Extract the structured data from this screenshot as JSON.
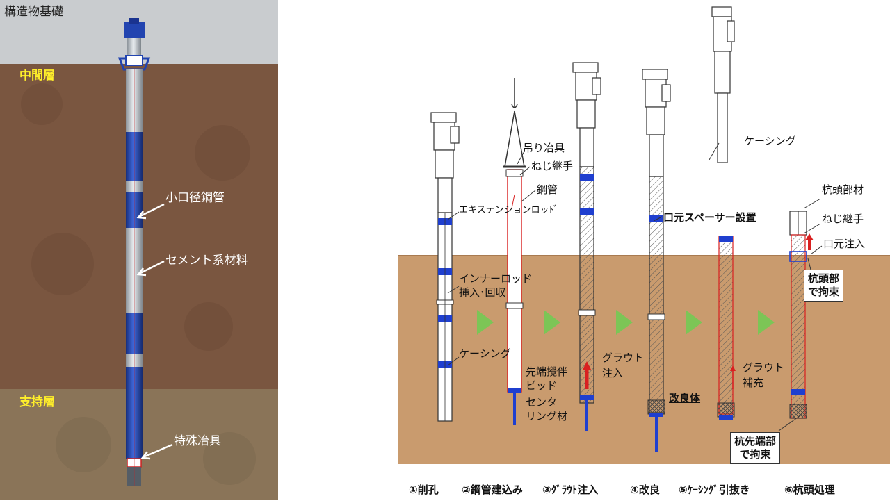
{
  "left": {
    "label_foundation": "構造物基礎",
    "label_middle_layer": "中間層",
    "label_bearing_layer": "支持層",
    "label_small_pipe": "小口径鋼管",
    "label_cement": "セメント系材料",
    "label_special_jig": "特殊冶具",
    "colors": {
      "concrete": "#c9cccf",
      "soil_middle": "#7a5640",
      "soil_bearing": "#8a7458",
      "pipe_blue": "#2244b0"
    }
  },
  "right": {
    "label_extension_rod": "エキステンションロッﾄﾞ",
    "label_inner_rod_1": "インナーロッド",
    "label_inner_rod_2": "挿入･回収",
    "label_casing_1": "ケーシング",
    "label_hanging_jig": "吊り冶具",
    "label_screw_joint_1": "ねじ継手",
    "label_steel_pipe": "鋼管",
    "label_tip_stir_1": "先端攪伴",
    "label_tip_stir_2": "ビッド",
    "label_centering_1": "センタ",
    "label_centering_2": "リング材",
    "label_grout_inj_1": "グラウト",
    "label_grout_inj_2": "注入",
    "label_improved_body": "改良体",
    "label_mouth_spacer": "口元スペーサー設置",
    "label_casing_top": "ケーシング",
    "label_grout_fill_1": "グラウト",
    "label_grout_fill_2": "補充",
    "label_pile_head_material": "杭頭部材",
    "label_screw_joint_2": "ねじ継手",
    "label_mouth_inject": "口元注入",
    "box_pile_head_1": "杭頭部",
    "box_pile_head_2": "で拘束",
    "box_pile_tip_1": "杭先端部",
    "box_pile_tip_2": "で拘束",
    "steps": [
      "①削孔",
      "②鋼管建込み",
      "③ｸﾞﾗｳﾄ注入",
      "④改良",
      "⑤ｹｰｼﾝｸﾞ引抜き",
      "⑥杭頭処理"
    ],
    "colors": {
      "ground": "#c99b6e",
      "arrow_green": "#7cc556",
      "pipe_blue": "#1f3fcf",
      "grout_red": "#d92020"
    }
  }
}
